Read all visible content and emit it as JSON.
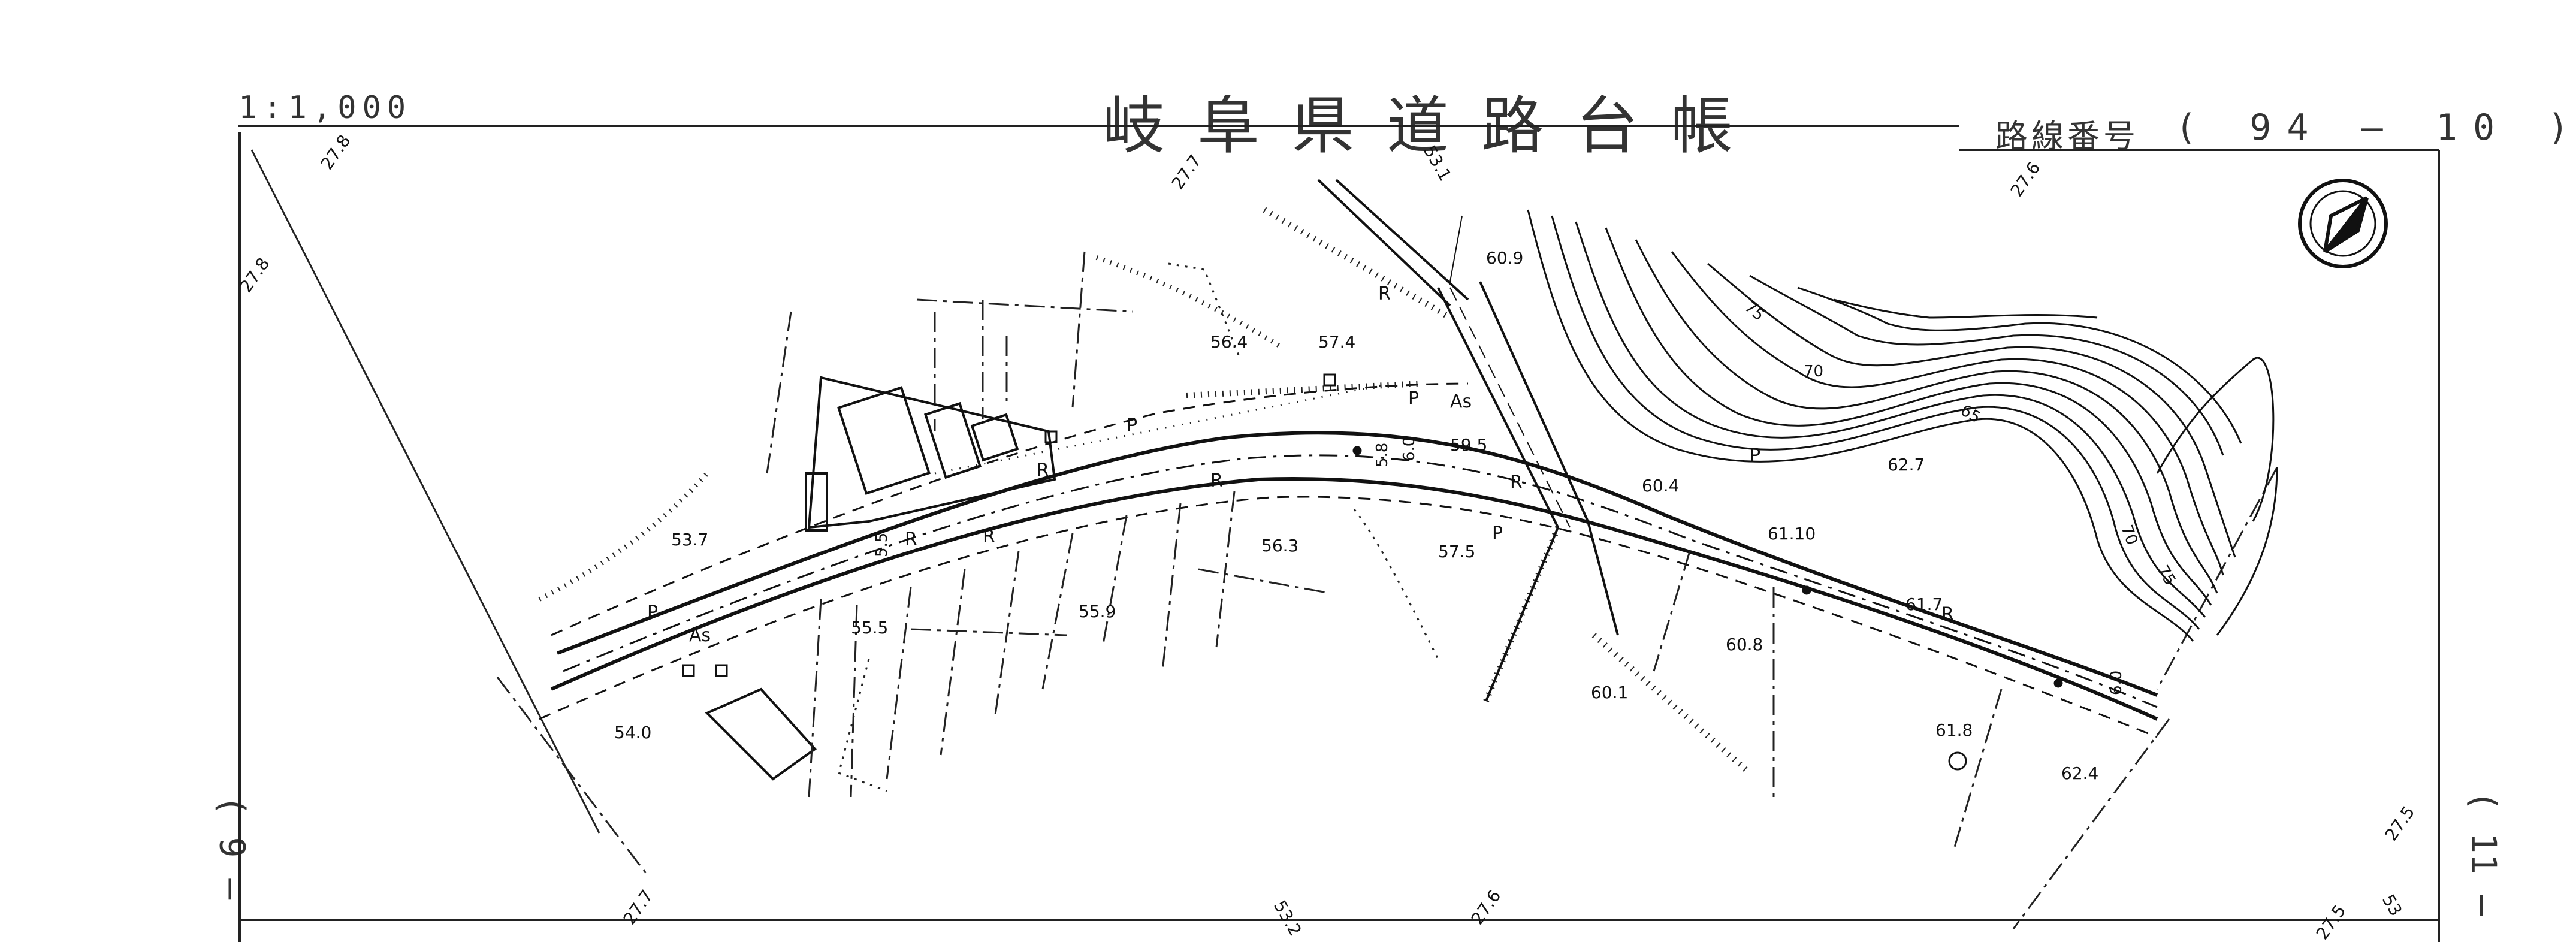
{
  "header": {
    "scale": "1:1,000",
    "title": "岐阜県道路台帳",
    "route_label": "路線番号",
    "route_value": "( 94 — 10 )"
  },
  "side_refs": {
    "left": "( 9 —",
    "right": "( 11 —"
  },
  "north_arrow": {
    "icon": "north-arrow-icon"
  },
  "elevations": [
    "53.7",
    "54.0",
    "55.5",
    "55.9",
    "56.3",
    "56.4",
    "57.4",
    "57.5",
    "59.5",
    "60.1",
    "60.4",
    "60.8",
    "60.9",
    "61.10",
    "61.7",
    "61.8",
    "62.4",
    "62.7"
  ],
  "edge_marks": [
    "27.8",
    "27.8",
    "27.7",
    "53.1",
    "27.6",
    "27.7",
    "53.2",
    "27.6",
    "27.5",
    "27.5",
    "53"
  ],
  "surface_codes": [
    "As",
    "As",
    "P",
    "P",
    "P",
    "P",
    "P",
    "R",
    "R",
    "R",
    "R",
    "R",
    "R",
    "R"
  ],
  "contours": [
    "75",
    "70",
    "65",
    "70",
    "75"
  ],
  "widths": [
    "5.5",
    "5.8",
    "6.0",
    "6.0"
  ]
}
